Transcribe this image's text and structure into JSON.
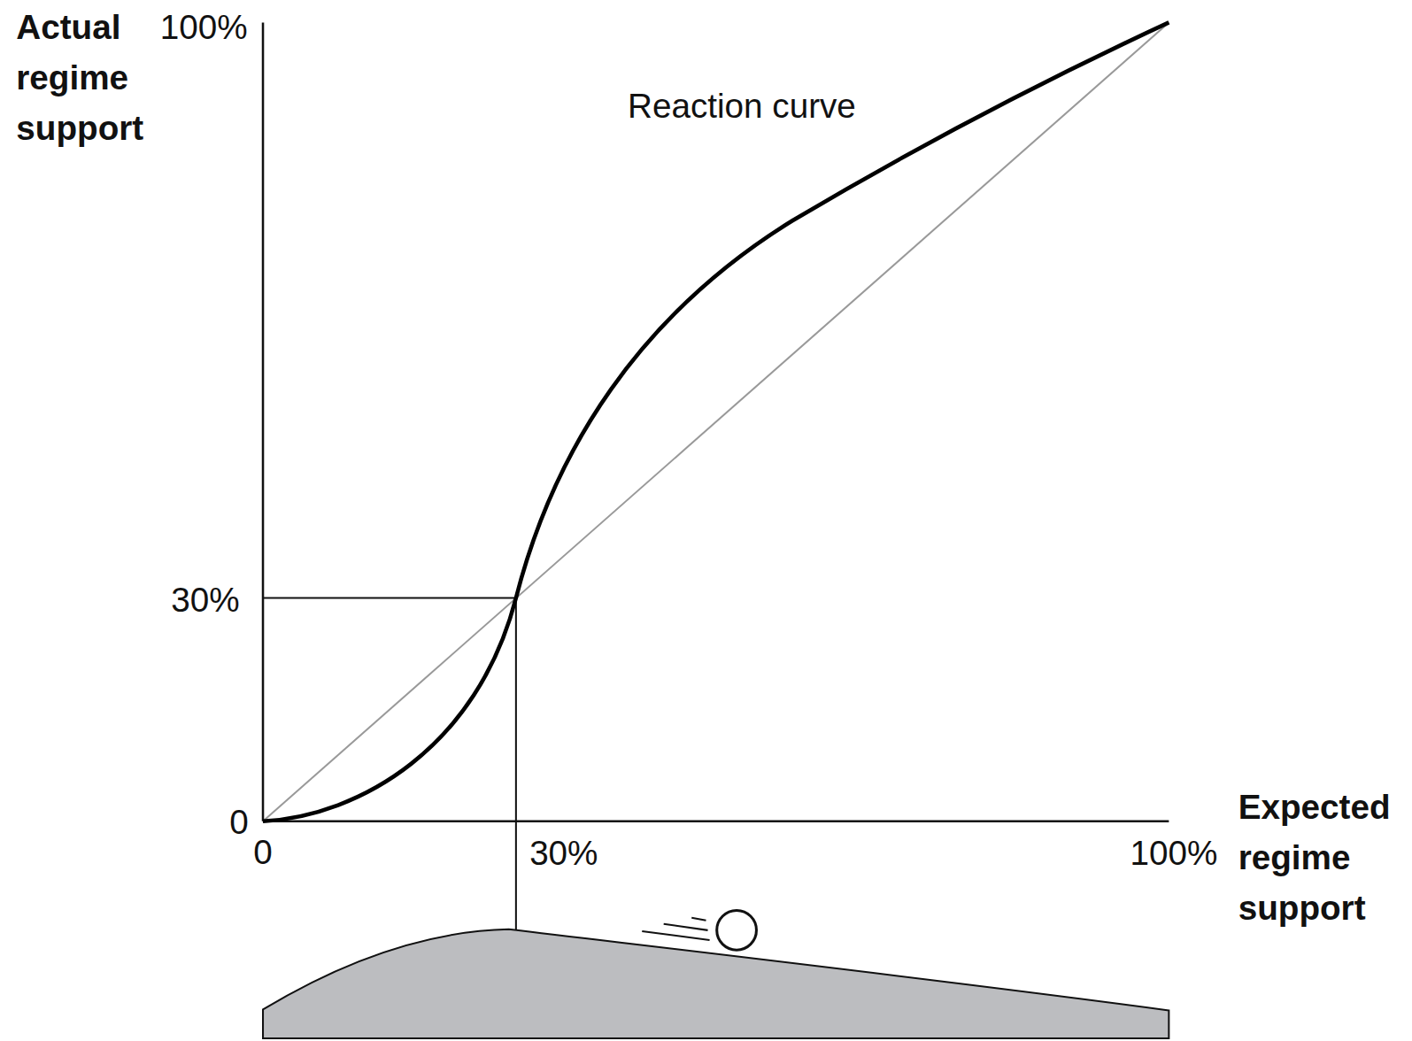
{
  "diagram": {
    "labels": [
      "Actual regime support",
      "100%",
      "Reaction curve",
      "30%",
      "0",
      "0",
      "30%",
      "100%",
      "Expected regime support"
    ]
  }
}
